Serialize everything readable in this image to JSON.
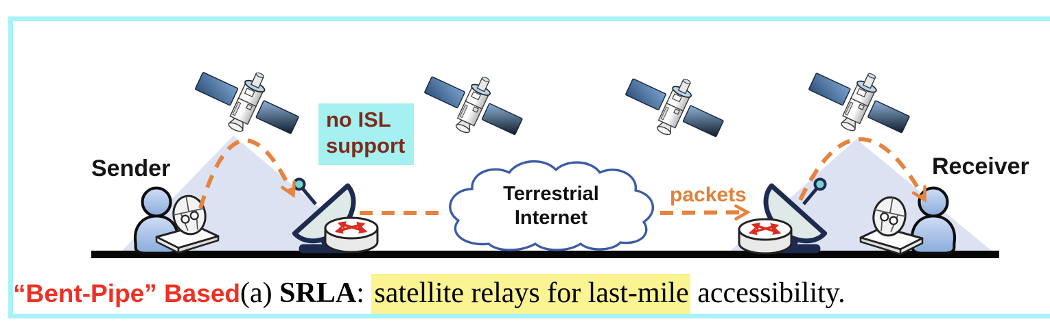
{
  "figure": {
    "scene": {
      "sender_label": "Sender",
      "receiver_label": "Receiver",
      "no_isl_label": "no ISL\nsupport",
      "cloud_label": "Terrestrial\nInternet",
      "packets_label": "packets"
    },
    "caption": {
      "tag_red": "“Bent-Pipe” Based",
      "index": "(a) ",
      "acronym": "SRLA",
      "separator": ": ",
      "highlight": "satellite relays for last-mile",
      "tail": " accessibility."
    },
    "colors": {
      "frame_cyan": "#A8F2F8",
      "callout_cyan": "#A5F1F1",
      "callout_maroon": "#7E2A1A",
      "caption_red": "#EE3124",
      "caption_highlight_yellow": "#FAF493",
      "arrow_orange": "#E58440",
      "packets_orange": "#E0813B",
      "cloud_outline_blue": "#3B5BA5",
      "beam_cone": "#DCE2F1",
      "station_navy": "#1E2B4F",
      "router_arrow_red": "#DD2B1F",
      "person_blue": "#9DB9E4"
    },
    "icons": [
      "satellite-icon",
      "user-icon",
      "dish-terminal-icon",
      "ground-dish-icon",
      "router-icon",
      "internet-cloud",
      "beam-cone",
      "packet-arrow"
    ]
  }
}
